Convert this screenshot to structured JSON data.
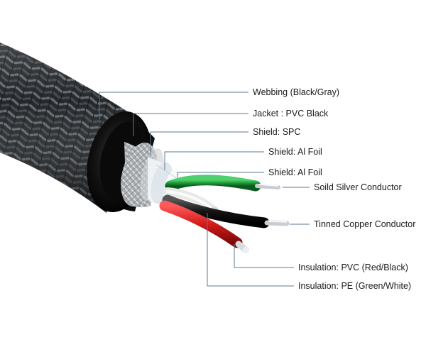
{
  "labels": {
    "webbing": "Webbing (Black/Gray)",
    "jacket": "Jacket : PVC Black",
    "shield_spc": "Shield: SPC",
    "shield_al_foil_1": "Shield: Al Foil",
    "shield_al_foil_2": "Shield: Al Foil",
    "solid_silver_conductor": "Soild Silver Conductor",
    "tinned_copper_conductor": "Tinned Copper Conductor",
    "insulation_pvc": "Insulation: PVC (Red/Black)",
    "insulation_pe": "Insulation: PE (Green/White)"
  },
  "colors": {
    "leader_line": "#5b7a96",
    "jacket": "#0c0c0c",
    "braid": "#b9bcbe",
    "foil": "#e9eef2",
    "wire_green": "#1f9a3a",
    "wire_white": "#f4f4f4",
    "wire_red": "#d41a1a",
    "wire_black": "#141414",
    "conductor_silver": "#c8cdd2",
    "conductor_copper": "#d9b08a",
    "webbing_dark": "#1c1f22",
    "webbing_light": "#6d7278"
  }
}
